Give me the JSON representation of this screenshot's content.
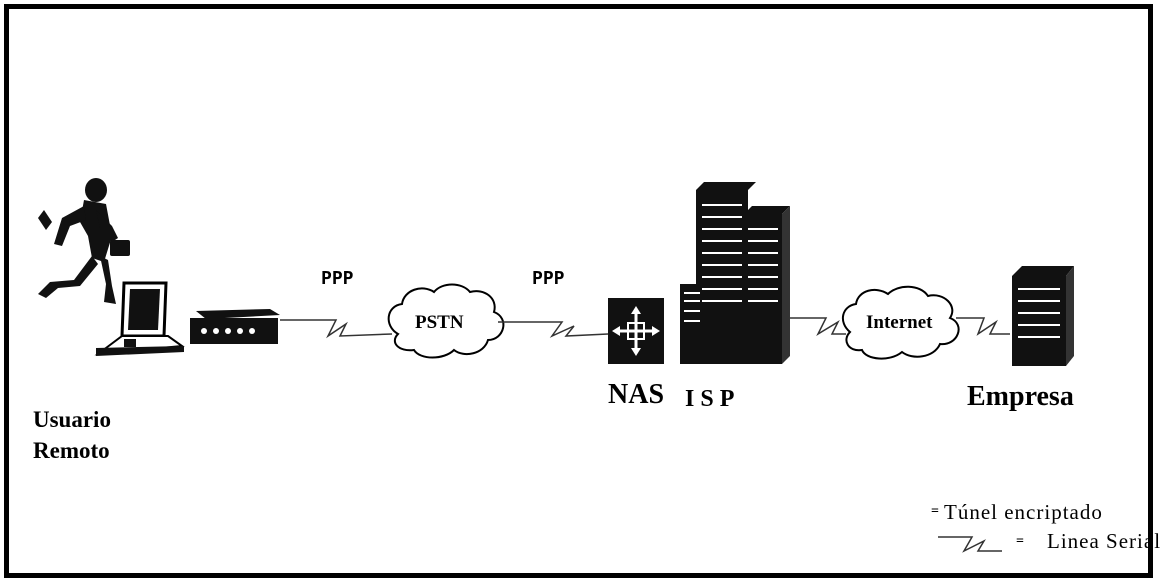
{
  "nodes": {
    "user": {
      "line1": "Usuario",
      "line2": "Remoto"
    },
    "pstn": "PSTN",
    "internet": "Internet",
    "nas": "NAS",
    "isp": "I S P",
    "company": "Empresa"
  },
  "links": {
    "ppp_left": "PPP",
    "ppp_right": "PPP"
  },
  "legend": {
    "tunnel_symbol": "=",
    "tunnel_label": "Túnel encriptado",
    "serial_symbol": "=",
    "serial_label": "Linea Serial"
  }
}
